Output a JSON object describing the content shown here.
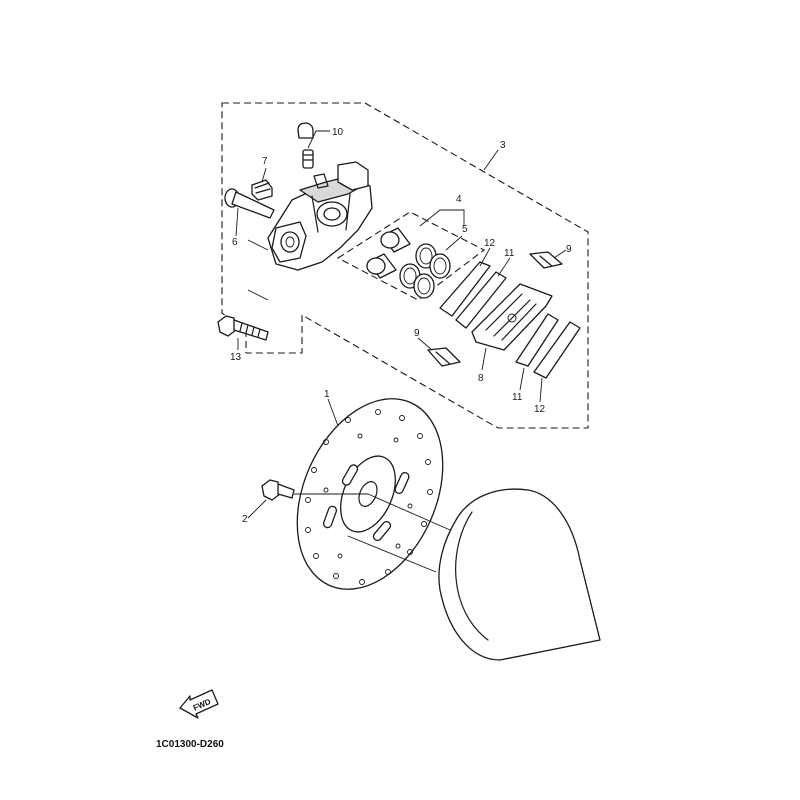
{
  "diagram": {
    "code": "1C01300-D260",
    "fwd_label": "FWD",
    "callouts": {
      "disc": "1",
      "disc_bolt": "2",
      "caliper_assy": "3",
      "seal_kit": "4",
      "piston_seal": "5",
      "bleed_screw_pin": "6",
      "boot": "7",
      "pad_support": "8",
      "pad_spring_top": "9",
      "pad_spring_bottom": "9",
      "bleed_cap": "10",
      "shim_top": "11",
      "shim_bottom": "11",
      "pad_top": "12",
      "pad_bottom": "12",
      "caliper_bolt": "13"
    }
  }
}
